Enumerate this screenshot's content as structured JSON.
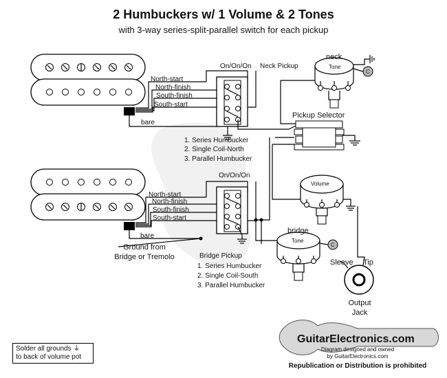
{
  "title": "2 Humbuckers w/ 1 Volume & 2 Tones",
  "subtitle": "with 3-way series-split-parallel switch for each pickup",
  "neck_pickup": {
    "label": "Neck Pickup",
    "switch_label": "On/On/On",
    "wires": [
      "North-start",
      "North-finish",
      "South-finish",
      "South-start",
      "bare"
    ],
    "modes": [
      "1. Series Humbucker",
      "2. Single Coil-North",
      "3. Parallel Humbucker"
    ]
  },
  "bridge_pickup": {
    "label": "Bridge Pickup",
    "switch_label": "On/On/On",
    "wires": [
      "North-start",
      "North-finish",
      "South-finish",
      "South-start",
      "bare"
    ],
    "modes": [
      "1. Series Humbucker",
      "2. Single Coil-South",
      "3. Parallel Humbucker"
    ]
  },
  "pots": {
    "neck_label": "neck",
    "neck_tone": "Tone",
    "volume": "Volume",
    "bridge_label": "bridge",
    "bridge_tone": "Tone",
    "cap_letter": "C"
  },
  "pickup_selector": "Pickup Selector",
  "ground_note": [
    "Ground from",
    "Bridge or Tremolo"
  ],
  "jack": {
    "sleeve": "Sleeve",
    "tip": "Tip",
    "label": [
      "Output",
      "Jack"
    ]
  },
  "legend": [
    "Solder all grounds",
    "to back of volume pot"
  ],
  "logo": {
    "brand": "GuitarElectronics.com",
    "line1": "Diagram designed and owned",
    "line2": "by GuitarElectronics.com",
    "line3": "Republication or Distribution is prohibited"
  }
}
